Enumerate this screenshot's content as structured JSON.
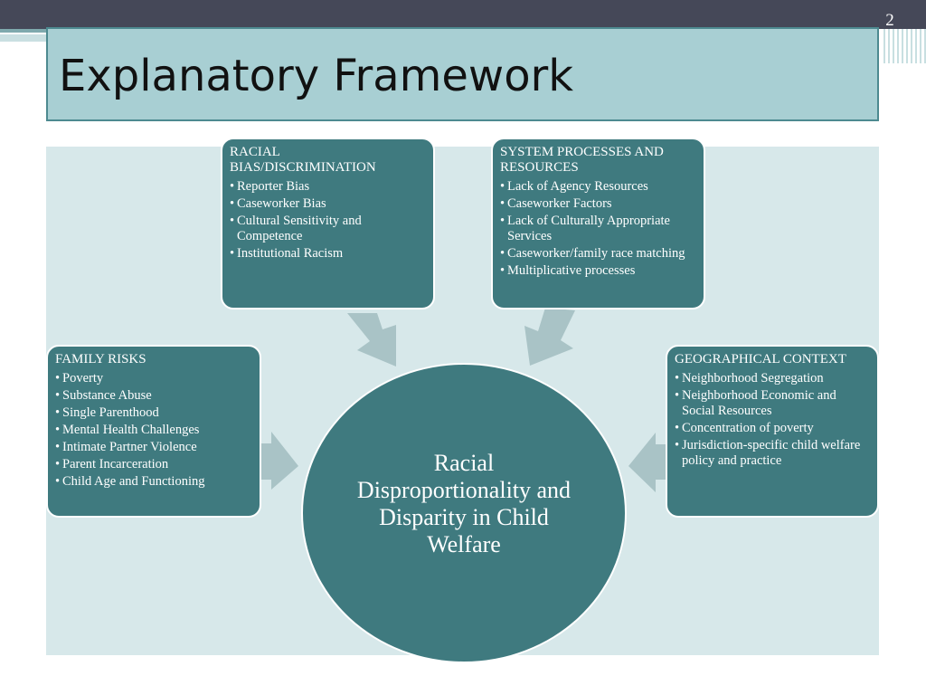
{
  "slide": {
    "number": "2",
    "title": "Explanatory Framework"
  },
  "center": {
    "label": "Racial Disproportionality and Disparity in Child Welfare"
  },
  "boxes": {
    "racial_bias": {
      "heading": "RACIAL BIAS/DISCRIMINATION",
      "items": [
        "Reporter Bias",
        "Caseworker Bias",
        "Cultural Sensitivity and Competence",
        "Institutional Racism"
      ]
    },
    "system_processes": {
      "heading": "SYSTEM PROCESSES AND RESOURCES",
      "items": [
        "Lack of Agency Resources",
        "Caseworker Factors",
        "Lack of Culturally Appropriate Services",
        "Caseworker/family race matching",
        "Multiplicative processes"
      ]
    },
    "family_risks": {
      "heading": "FAMILY RISKS",
      "items": [
        "Poverty",
        "Substance Abuse",
        "Single Parenthood",
        "Mental Health Challenges",
        "Intimate Partner  Violence",
        "Parent Incarceration",
        "Child Age and Functioning"
      ]
    },
    "geographical_context": {
      "heading": "GEOGRAPHICAL CONTEXT",
      "items": [
        "Neighborhood Segregation",
        "Neighborhood Economic and Social Resources",
        "Concentration of poverty",
        "Jurisdiction-specific child welfare policy and practice"
      ]
    }
  },
  "colors": {
    "title_fill": "#a8cfd3",
    "box_fill": "#3f7a7f",
    "panel_fill": "#d7e8ea",
    "arrow_fill": "#a9c3c6",
    "top_bar": "#454858"
  }
}
